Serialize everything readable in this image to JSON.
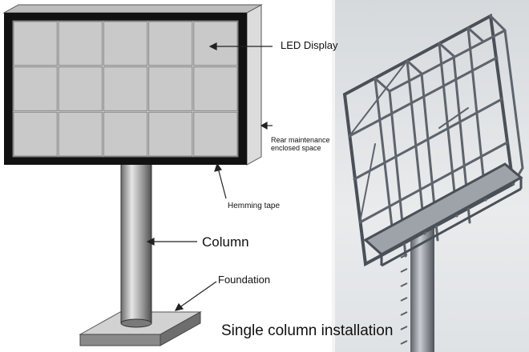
{
  "labels": {
    "led_display": "LED Display",
    "rear_maintenance": "Rear maintenance enclosed space",
    "hemming_tape": "Hemming tape",
    "column": "Column",
    "foundation": "Foundation",
    "caption": "Single column installation"
  },
  "colors": {
    "panel_fill": "#c9c9c9",
    "panel_grid": "#8a8a8a",
    "frame": "#111111",
    "cabinet_side": "#dcdcdc",
    "steel": "#8f959c",
    "steel_dark": "#4a5058",
    "render_bg": "#e4e6e8"
  },
  "display_grid": {
    "rows": 3,
    "cols": 5
  }
}
